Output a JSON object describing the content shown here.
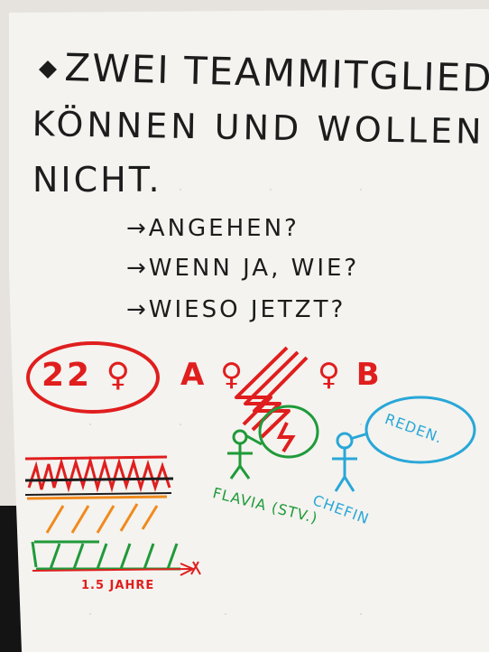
{
  "flipchart": {
    "heading": {
      "line1": "ZWEI TEAMMITGLIEDER",
      "line2": "KÖNNEN UND WOLLEN",
      "line3": "NICHT."
    },
    "questions": [
      "→ANGEHEN?",
      "→WENN JA, WIE?",
      "→WIESO JETZT?"
    ],
    "symbols": {
      "circled_count": "22 ♀",
      "person_a": "A ♀",
      "person_b": "♀ B"
    },
    "figures": {
      "green_name": "FLAVIA (STV.)",
      "blue_name": "CHEFIN",
      "speech_bubble": "REDEN."
    },
    "timeline_label": "1.5 JAHRE",
    "colors": {
      "paper": "#f4f3ef",
      "ink_black": "#1c1c1c",
      "marker_red": "#e01e1e",
      "marker_green": "#1f9a3a",
      "marker_blue": "#29a7d8",
      "marker_orange": "#f08a1c",
      "background_dark": "#141414"
    }
  }
}
